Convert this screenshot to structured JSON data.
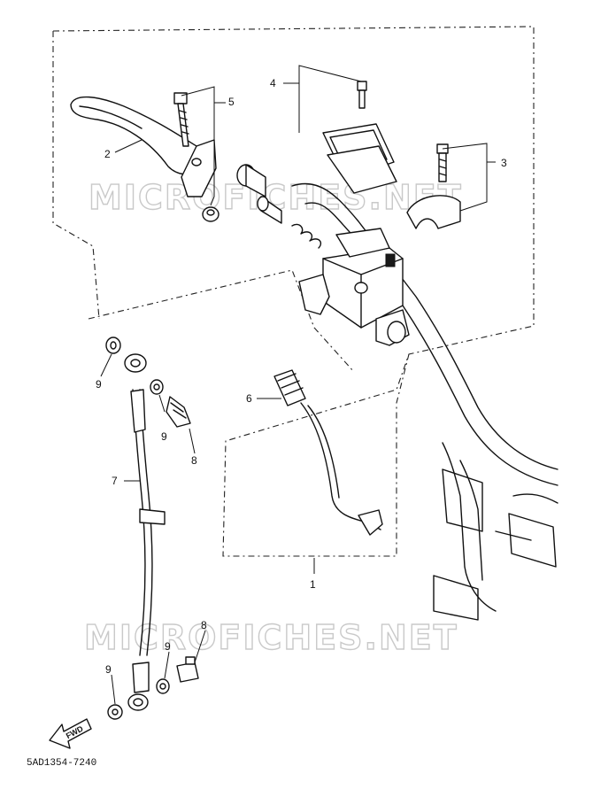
{
  "watermark": "MICROFICHES.NET",
  "direction_label": "FWD",
  "diagram_code": "5AD1354-7240",
  "callouts": {
    "c1": "1",
    "c2": "2",
    "c3": "3",
    "c4": "4",
    "c5": "5",
    "c6": "6",
    "c7": "7",
    "c8a": "8",
    "c8b": "8",
    "c9a": "9",
    "c9b": "9",
    "c9c": "9",
    "c9d": "9"
  }
}
